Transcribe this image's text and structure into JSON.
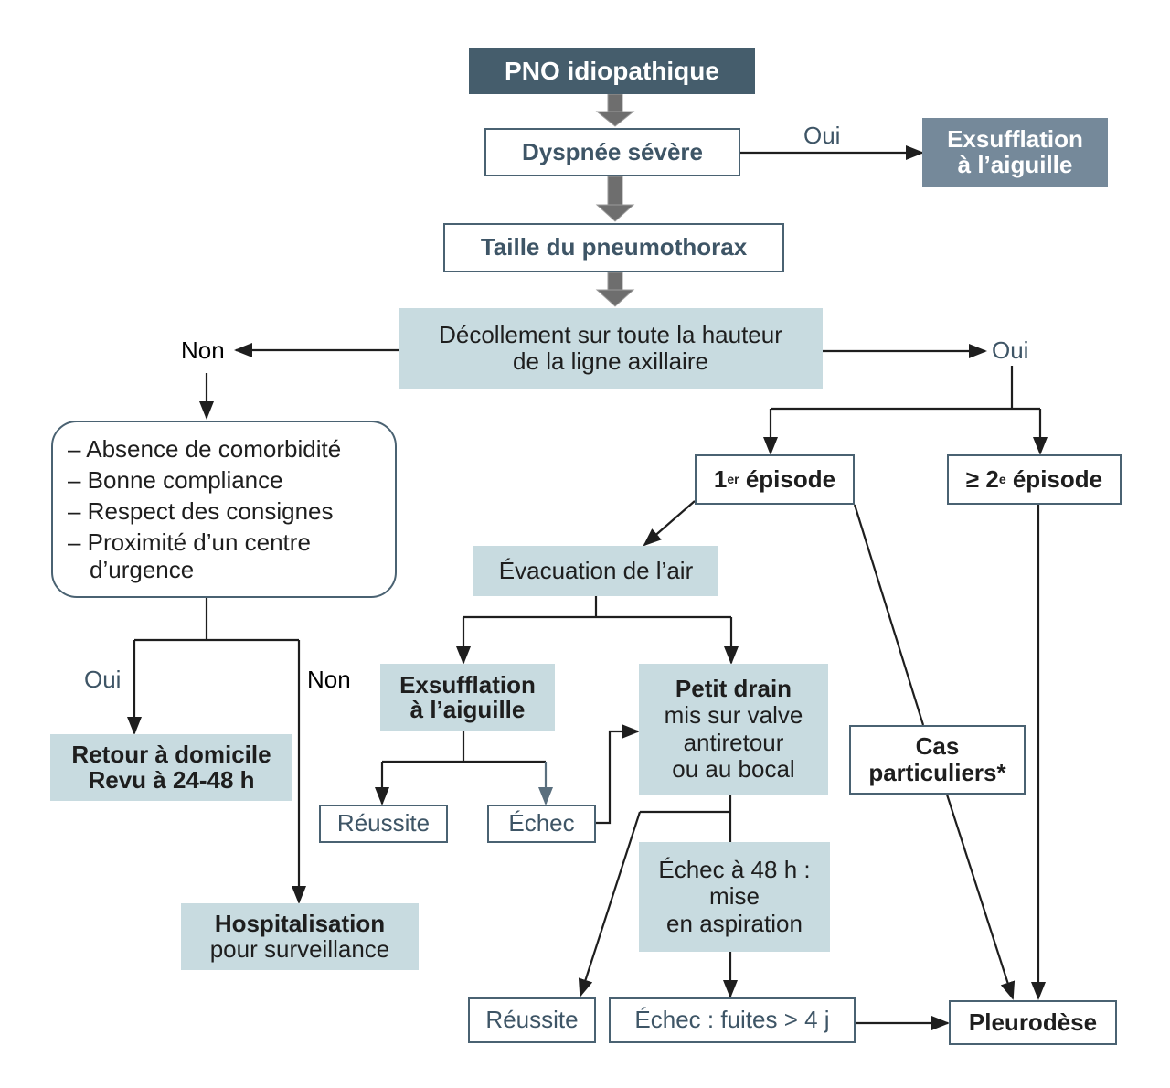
{
  "nodes": {
    "title": "PNO idiopathique",
    "dyspnee": "Dyspnée sévère",
    "exsufflation_top": [
      "Exsufflation",
      "à l’aiguille"
    ],
    "taille": "Taille du pneumothorax",
    "decollement": [
      "Décollement sur toute la hauteur",
      "de la ligne axillaire"
    ],
    "criteria": [
      "– Absence de comorbidité",
      "– Bonne compliance",
      "– Respect des consignes",
      "– Proximité d’un centre",
      "d’urgence"
    ],
    "premier_episode": {
      "num": "1",
      "sup": "er",
      "text": " épisode"
    },
    "deuxieme_episode": {
      "num": "≥ 2",
      "sup": "e",
      "text": " épisode"
    },
    "evacuation": "Évacuation de l’air",
    "exsufflation_mid": [
      "Exsufflation",
      "à l’aiguille"
    ],
    "petit_drain": [
      "Petit drain",
      "mis sur valve",
      "antiretour",
      "ou au bocal"
    ],
    "cas_particuliers": [
      "Cas",
      "particuliers*"
    ],
    "retour": [
      "Retour à domicile",
      "Revu à 24-48 h"
    ],
    "reussite_1": "Réussite",
    "echec_1": "Échec",
    "echec_48h": [
      "Échec à 48 h :",
      "mise",
      "en aspiration"
    ],
    "hospitalisation": [
      "Hospitalisation",
      "pour surveillance"
    ],
    "reussite_2": "Réussite",
    "echec_fuites": "Échec : fuites > 4 j",
    "pleurodese": "Pleurodèse"
  },
  "labels": {
    "oui_dyspnee": "Oui",
    "non_decollement": "Non",
    "oui_decollement": "Oui",
    "oui_criteria": "Oui",
    "non_criteria": "Non"
  },
  "colors": {
    "header": "#455d6c",
    "accent_box": "#75899a",
    "light_box": "#c8dbe0",
    "border": "#4a6272",
    "slate_text": "#3e5566"
  }
}
